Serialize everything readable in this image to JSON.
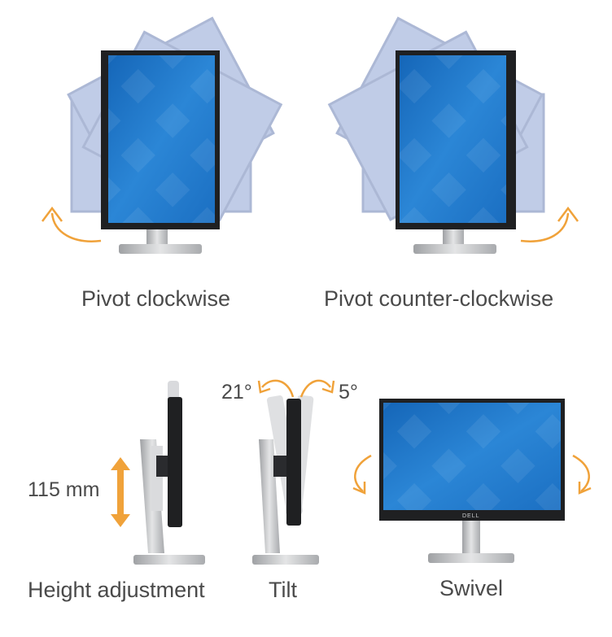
{
  "captions": {
    "pivot_cw": "Pivot clockwise",
    "pivot_ccw": "Pivot counter-clockwise",
    "height": "Height adjustment",
    "tilt": "Tilt",
    "swivel": "Swivel"
  },
  "labels": {
    "height_range": "115 mm",
    "tilt_back": "21°",
    "tilt_forward": "5°"
  },
  "brand": "DELL",
  "colors": {
    "screen": "#1c74c4",
    "screen_light": "#3a98e0",
    "ghost": "#7c95cc",
    "bezel": "#1f2022",
    "stand": "#c8c9cb",
    "arrow": "#f0a23a",
    "text": "#4a4a4a"
  }
}
